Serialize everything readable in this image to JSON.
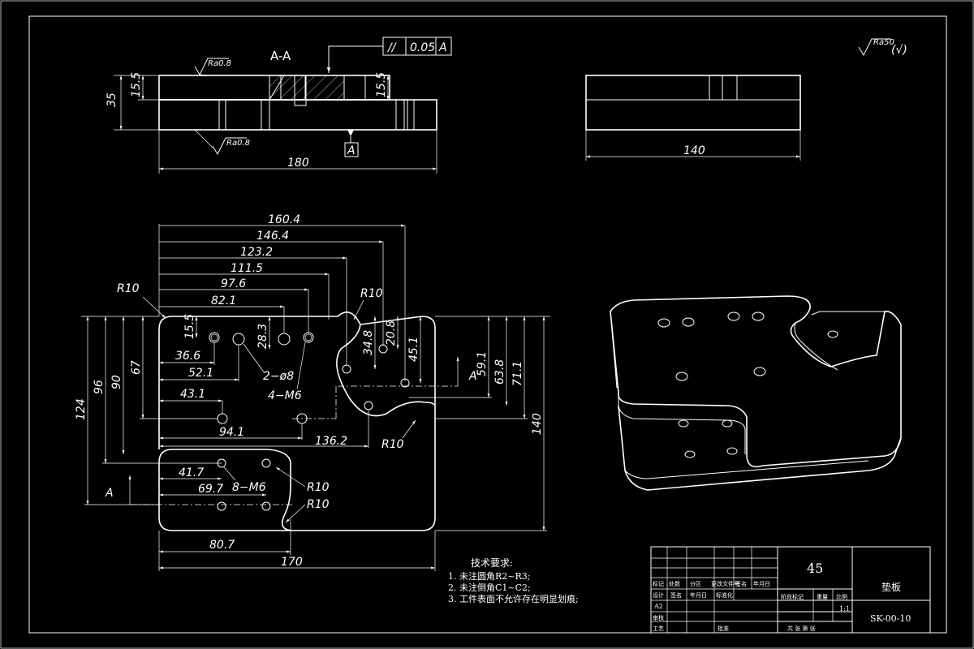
{
  "section_label": "A-A",
  "tolerance": {
    "symbol": "//",
    "value": "0.05",
    "datum": "A"
  },
  "datum_label": "A",
  "roughness": {
    "top": "Ra0.8",
    "bottom": "Ra0.8",
    "general": "Ra50",
    "general_suffix": "(√)"
  },
  "section_dims": {
    "height_total": "35",
    "height_left": "15.5",
    "height_right": "15.5",
    "width": "180"
  },
  "side_view": {
    "width": "140"
  },
  "plan_dims": {
    "h_top": [
      "160.4",
      "146.4",
      "123.2",
      "111.5",
      "97.6",
      "82.1"
    ],
    "r_top_left": "R10",
    "r_top_right": "R10",
    "d_15_5": "15.5",
    "d_28_3": "28.3",
    "d_34_8": "34.8",
    "d_20_8": "20.8",
    "d_45_1": "45.1",
    "d_36_6": "36.6",
    "d_52_1": "52.1",
    "hole_2d8": "2−ø8",
    "hole_4m6": "4−M6",
    "d_43_1": "43.1",
    "d_94_1": "94.1",
    "d_136_2": "136.2",
    "r_mid": "R10",
    "v_left": [
      "124",
      "96",
      "90",
      "67"
    ],
    "v_right": [
      "59.1",
      "63.8",
      "71.1",
      "140"
    ],
    "d_41_7": "41.7",
    "d_69_7": "69.7",
    "hole_8m6": "8−M6",
    "r_low1": "R10",
    "r_low2": "R10",
    "d_80_7": "80.7",
    "d_170": "170",
    "section_a_left": "A",
    "section_a_right": "A"
  },
  "tech_req": {
    "title": "技术要求:",
    "items": [
      "1. 未注圆角R2~R3;",
      "2. 未注倒角C1~C2;",
      "3. 工件表面不允许存在明显划痕;"
    ]
  },
  "title_block": {
    "material": "45",
    "part_name": "垫板",
    "drawing_no": "SK-00-10",
    "scale": "1:1",
    "row_marks": [
      "标记",
      "处数",
      "分区",
      "更改文件号",
      "签名",
      "年月日"
    ],
    "row_design": [
      "设计",
      "签名",
      "年月日",
      "标准化"
    ],
    "stage_mark": "阶段标记",
    "weight": "重量",
    "ratio": "比例",
    "a2": "A2",
    "review": "审核",
    "process": "工艺",
    "approve": "批准",
    "sheets": "共  张  第  张"
  }
}
